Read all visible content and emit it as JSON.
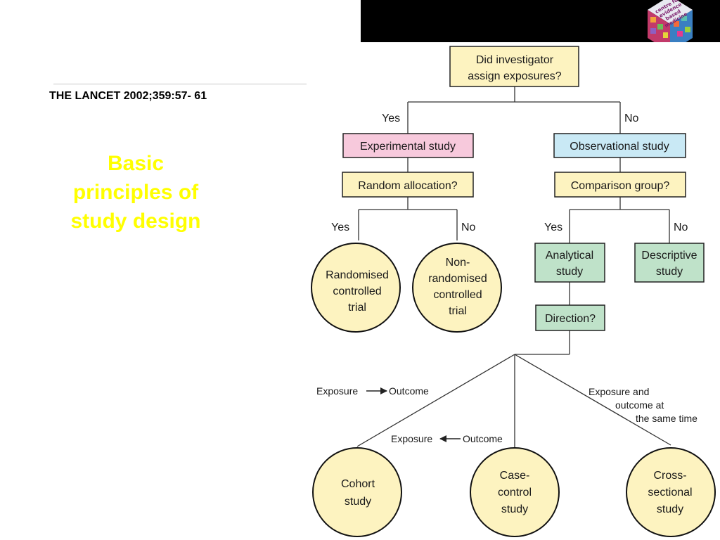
{
  "slide": {
    "citation": "THE LANCET 2002;359:57- 61",
    "title_lines": [
      "Basic",
      "principles of",
      "study design"
    ]
  },
  "logo": {
    "icon": "cube-logo-icon",
    "lines": [
      "centre for",
      "evidence",
      "based",
      "medicine"
    ]
  },
  "colors": {
    "title": "#ffff00",
    "question_box": "#fdf3c0",
    "experimental_box": "#f7c9dc",
    "observational_box": "#c9e9f5",
    "study_box": "#bfe2c9",
    "outcome_circle": "#fdf3c0"
  },
  "flowchart": {
    "q_assign": [
      "Did investigator",
      "assign exposures?"
    ],
    "yes": "Yes",
    "no": "No",
    "experimental": "Experimental study",
    "observational": "Observational study",
    "q_random": "Random allocation?",
    "q_comparison": "Comparison group?",
    "rct": [
      "Randomised",
      "controlled",
      "trial"
    ],
    "nrct": [
      "Non-",
      "randomised",
      "controlled",
      "trial"
    ],
    "analytical": [
      "Analytical",
      "study"
    ],
    "descriptive": [
      "Descriptive",
      "study"
    ],
    "q_direction": "Direction?",
    "exposure": "Exposure",
    "outcome": "Outcome",
    "same_time": [
      "Exposure and",
      "outcome at",
      "the same time"
    ],
    "cohort": [
      "Cohort",
      "study"
    ],
    "case_control": [
      "Case-",
      "control",
      "study"
    ],
    "cross_sectional": [
      "Cross-",
      "sectional",
      "study"
    ]
  }
}
